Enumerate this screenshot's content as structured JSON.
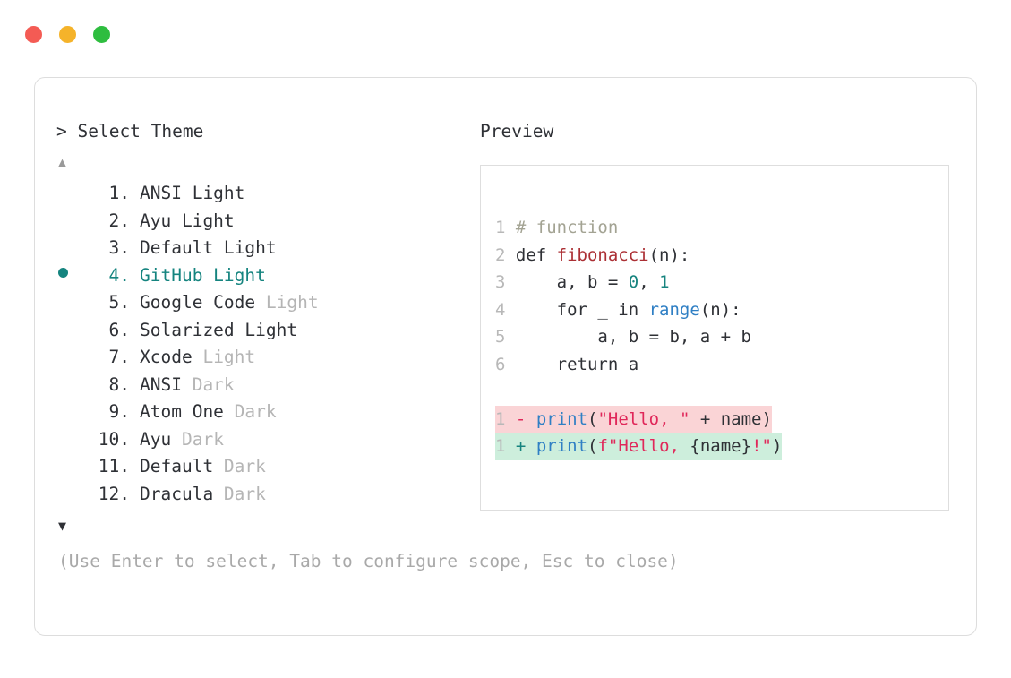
{
  "window": {
    "dots": [
      {
        "name": "close-dot",
        "color": "#f45b54"
      },
      {
        "name": "minimize-dot",
        "color": "#f5b32a"
      },
      {
        "name": "maximize-dot",
        "color": "#2ebd3f"
      }
    ]
  },
  "left": {
    "prompt": "> Select Theme",
    "scroll_up_icon": "▲",
    "scroll_down_icon": "▼",
    "selected_index": 4,
    "selected_color": "#15847f",
    "bullet_icon": "●",
    "items": [
      {
        "number": "1.",
        "name": "ANSI Light",
        "suffix": "",
        "suffix_dim": false,
        "selected": false
      },
      {
        "number": "2.",
        "name": "Ayu Light",
        "suffix": "",
        "suffix_dim": false,
        "selected": false
      },
      {
        "number": "3.",
        "name": "Default Light",
        "suffix": "",
        "suffix_dim": false,
        "selected": false
      },
      {
        "number": "4.",
        "name": "GitHub Light",
        "suffix": "",
        "suffix_dim": false,
        "selected": true
      },
      {
        "number": "5.",
        "name": "Google Code ",
        "suffix": "Light",
        "suffix_dim": true,
        "selected": false
      },
      {
        "number": "6.",
        "name": "Solarized Light",
        "suffix": "",
        "suffix_dim": false,
        "selected": false
      },
      {
        "number": "7.",
        "name": "Xcode ",
        "suffix": "Light",
        "suffix_dim": true,
        "selected": false
      },
      {
        "number": "8.",
        "name": "ANSI ",
        "suffix": "Dark",
        "suffix_dim": true,
        "selected": false
      },
      {
        "number": "9.",
        "name": "Atom One ",
        "suffix": "Dark",
        "suffix_dim": true,
        "selected": false
      },
      {
        "number": "10.",
        "name": "Ayu ",
        "suffix": "Dark",
        "suffix_dim": true,
        "selected": false
      },
      {
        "number": "11.",
        "name": "Default ",
        "suffix": "Dark",
        "suffix_dim": true,
        "selected": false
      },
      {
        "number": "12.",
        "name": "Dracula ",
        "suffix": "Dark",
        "suffix_dim": true,
        "selected": false
      }
    ],
    "hint": "(Use Enter to select, Tab to configure scope, Esc to close)"
  },
  "right": {
    "label": "Preview",
    "code_lines": [
      {
        "ln": "1",
        "tokens": [
          {
            "t": " # function",
            "c": "comment"
          }
        ]
      },
      {
        "ln": "2",
        "tokens": [
          {
            "t": " def ",
            "c": "kw"
          },
          {
            "t": "fibonacci",
            "c": "fn"
          },
          {
            "t": "(n):",
            "c": "plain"
          }
        ]
      },
      {
        "ln": "3",
        "tokens": [
          {
            "t": "     a, b = ",
            "c": "plain"
          },
          {
            "t": "0",
            "c": "num"
          },
          {
            "t": ", ",
            "c": "plain"
          },
          {
            "t": "1",
            "c": "num"
          }
        ]
      },
      {
        "ln": "4",
        "tokens": [
          {
            "t": "     for _ in ",
            "c": "plain"
          },
          {
            "t": "range",
            "c": "builtin"
          },
          {
            "t": "(n):",
            "c": "plain"
          }
        ]
      },
      {
        "ln": "5",
        "tokens": [
          {
            "t": "         a, b = b, a + b",
            "c": "plain"
          }
        ]
      },
      {
        "ln": "6",
        "tokens": [
          {
            "t": "     return a",
            "c": "plain"
          }
        ]
      }
    ],
    "diff_lines": [
      {
        "ln": "1",
        "kind": "del",
        "bg": "#fad4d6",
        "tokens": [
          {
            "t": " ",
            "c": "plain"
          },
          {
            "t": "-",
            "c": "minus"
          },
          {
            "t": " ",
            "c": "plain"
          },
          {
            "t": "print",
            "c": "builtin"
          },
          {
            "t": "(",
            "c": "plain"
          },
          {
            "t": "\"Hello, \"",
            "c": "str"
          },
          {
            "t": " + name)",
            "c": "plain"
          }
        ]
      },
      {
        "ln": "1",
        "kind": "add",
        "bg": "#cdeedc",
        "tokens": [
          {
            "t": " ",
            "c": "plain"
          },
          {
            "t": "+",
            "c": "plus"
          },
          {
            "t": " ",
            "c": "plain"
          },
          {
            "t": "print",
            "c": "builtin"
          },
          {
            "t": "(",
            "c": "plain"
          },
          {
            "t": "f\"Hello, ",
            "c": "str"
          },
          {
            "t": "{name}",
            "c": "plain"
          },
          {
            "t": "!\"",
            "c": "str"
          },
          {
            "t": ")",
            "c": "plain"
          }
        ]
      }
    ]
  }
}
